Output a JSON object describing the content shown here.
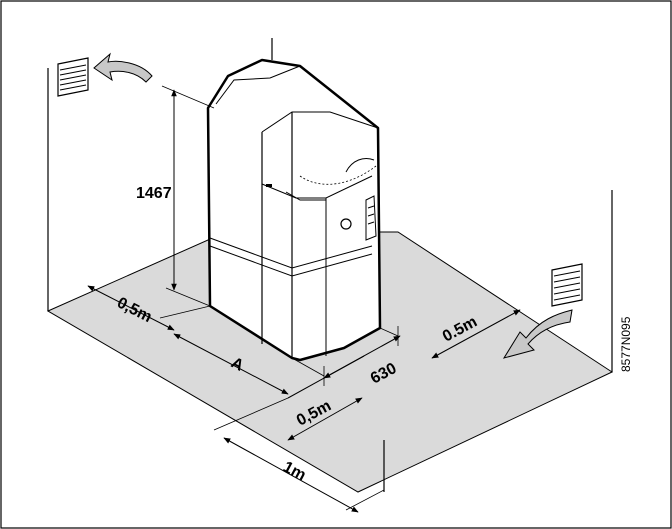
{
  "labels": {
    "height": "1467",
    "left_clearance": "0,5m",
    "front_distance": "A",
    "front_clearance": "0,5m",
    "boiler_width": "630",
    "right_clearance": "0.5m",
    "service_space": "1m",
    "figure_code": "8577N095"
  },
  "colors": {
    "floor": "#dadada",
    "arrow": "#c8c8c8",
    "line": "#000000",
    "background": "#ffffff"
  },
  "icons": [
    "ventilation-grille-icon",
    "air-flow-arrow-icon",
    "dimension-arrow-icon"
  ]
}
